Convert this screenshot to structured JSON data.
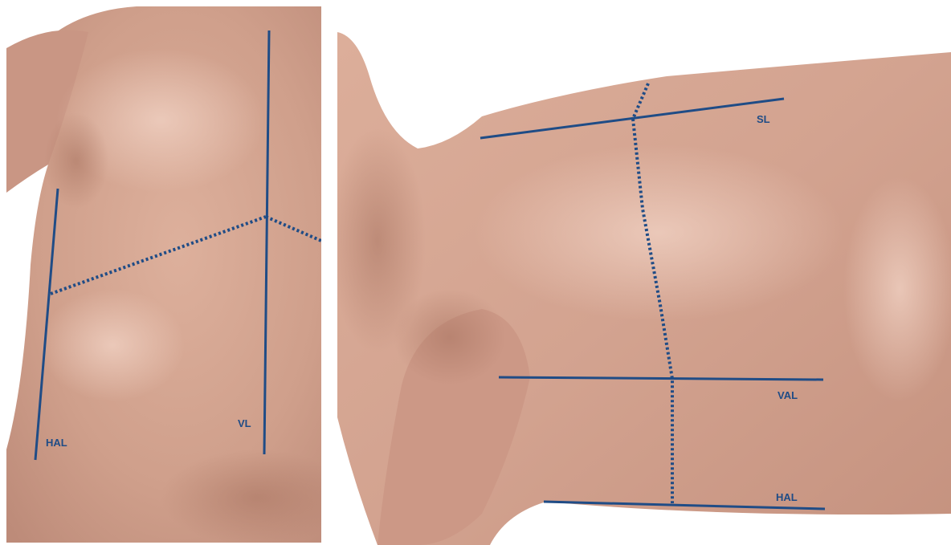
{
  "colors": {
    "line": "#1f4c86",
    "skin_light": "#e3b8a4",
    "skin_mid": "#cf9f8b",
    "skin_dark": "#b98573",
    "background": "#ffffff"
  },
  "left_panel": {
    "labels": {
      "hal": "HAL",
      "vl": "VL"
    }
  },
  "right_panel": {
    "labels": {
      "sl": "SL",
      "val": "VAL",
      "hal": "HAL"
    }
  }
}
